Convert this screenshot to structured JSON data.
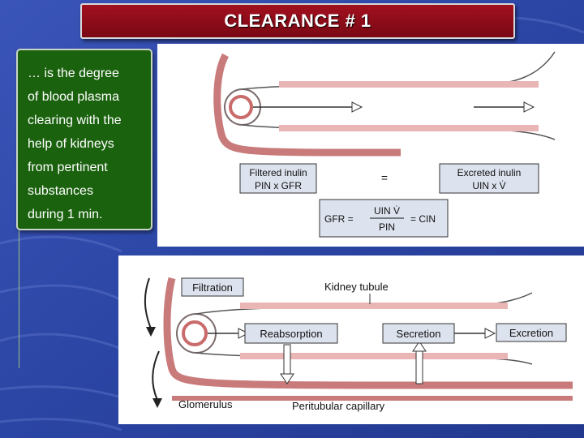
{
  "slide": {
    "title": "CLEARANCE # 1",
    "definition_lines": [
      "… is the degree",
      "of blood plasma",
      "clearing with the",
      "help of kidneys",
      "from pertinent",
      "substances",
      "during 1 min."
    ]
  },
  "top_diagram": {
    "filtered_title": "Filtered inulin",
    "filtered_formula": "PIN x GFR",
    "equals": "=",
    "excreted_title": "Excreted inulin",
    "excreted_formula": "UIN x V̇",
    "gfr_left": "GFR =",
    "gfr_numerator": "UIN V̇",
    "gfr_denominator": "PIN",
    "gfr_right": "= CIN"
  },
  "bottom_diagram": {
    "filtration": "Filtration",
    "kidney_tubule": "Kidney tubule",
    "reabsorption": "Reabsorption",
    "secretion": "Secretion",
    "excretion": "Excretion",
    "glomerulus": "Glomerulus",
    "peritubular_capillary": "Peritubular capillary"
  },
  "colors": {
    "title_bg": "#8a0b18",
    "text_box_bg": "#1b620f",
    "vessel": "#d98a8a",
    "box_fill": "#dde3ee"
  }
}
